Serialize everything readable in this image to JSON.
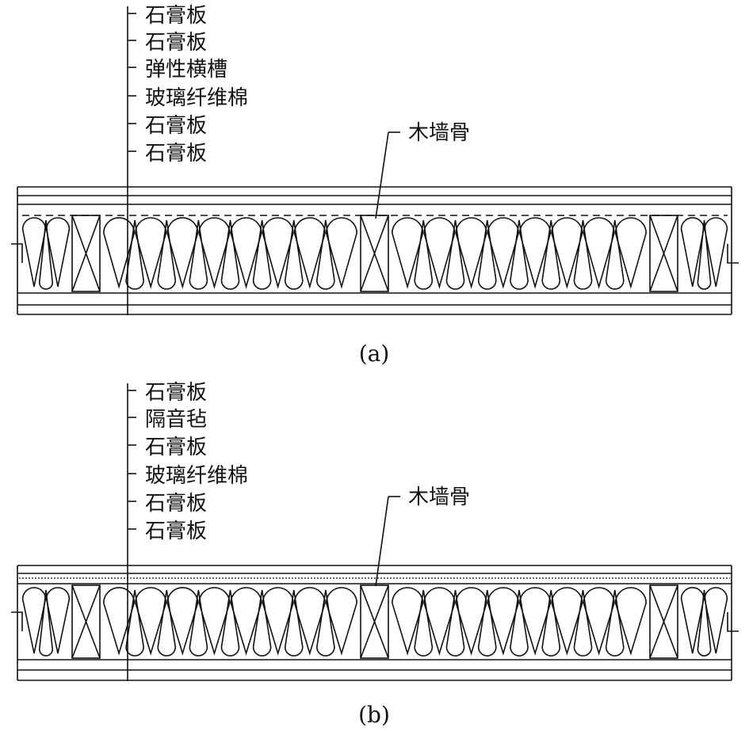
{
  "diagrams": [
    {
      "id": "a",
      "caption": "(a)",
      "layer_labels": [
        "石膏板",
        "石膏板",
        "弹性横槽",
        "玻璃纤维棉",
        "石膏板",
        "石膏板"
      ],
      "stud_label": "木墙骨"
    },
    {
      "id": "b",
      "caption": "(b)",
      "layer_labels": [
        "石膏板",
        "隔音毡",
        "石膏板",
        "玻璃纤维棉",
        "石膏板",
        "石膏板"
      ],
      "stud_label": "木墙骨"
    }
  ],
  "colors": {
    "line": "#111111",
    "background": "#ffffff"
  }
}
